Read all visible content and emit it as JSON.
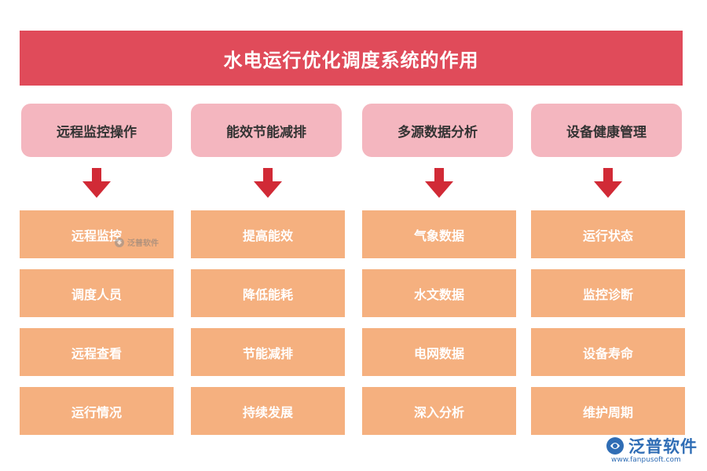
{
  "title": "水电运行优化调度系统的作用",
  "colors": {
    "title_bg": "#e04b5a",
    "header_bg": "#f4b6bf",
    "item_bg": "#f5b07f",
    "arrow": "#d12a36",
    "logo": "#2f6db5"
  },
  "columns": [
    {
      "header": "远程监控操作",
      "items": [
        "远程监控",
        "调度人员",
        "远程查看",
        "运行情况"
      ]
    },
    {
      "header": "能效节能减排",
      "items": [
        "提高能效",
        "降低能耗",
        "节能减排",
        "持续发展"
      ]
    },
    {
      "header": "多源数据分析",
      "items": [
        "气象数据",
        "水文数据",
        "电网数据",
        "深入分析"
      ]
    },
    {
      "header": "设备健康管理",
      "items": [
        "运行状态",
        "监控诊断",
        "设备寿命",
        "维护周期"
      ]
    }
  ],
  "watermark": {
    "text": "泛普软件",
    "icon": "fanpu-logo-icon"
  },
  "logo": {
    "name": "泛普软件",
    "url": "www.fanpusoft.com",
    "icon": "fanpu-logo-icon"
  }
}
